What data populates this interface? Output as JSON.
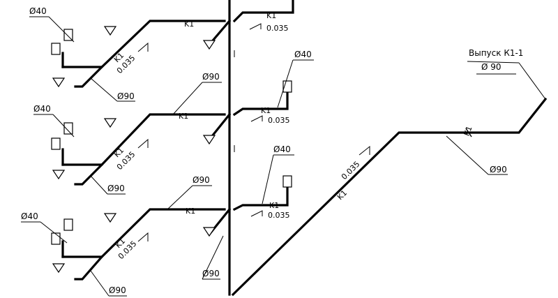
{
  "riser_pipe_code": "K1",
  "slope": "0.035",
  "dims": {
    "d40": "Ø40",
    "d90": "Ø90"
  },
  "outlet": {
    "title": "Выпуск К1-1",
    "diameter": "Ø 90"
  }
}
